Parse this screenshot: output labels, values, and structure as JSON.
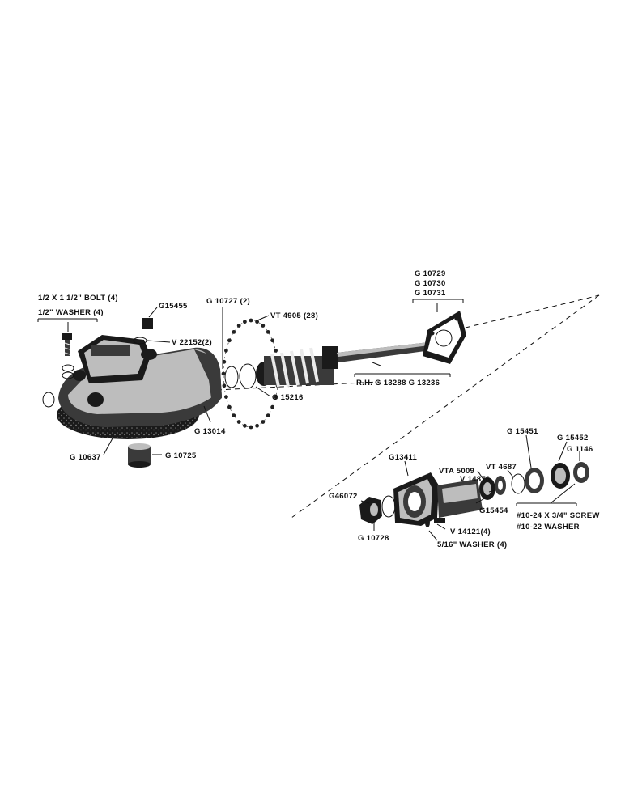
{
  "labels": {
    "bolt_fraction": "1/2 X 1 1/2\" BOLT (4)",
    "washer_fraction": "1/2\" WASHER (4)",
    "g15455": "G15455",
    "v22152": "V 22152(2)",
    "g10727": "G 10727 (2)",
    "vt4905": "VT 4905 (28)",
    "g10729": "G 10729",
    "g10730": "G 10730",
    "g10731": "G 10731",
    "g15216": "G 15216",
    "rh_shaft": "R.H. G 13288  G 13236",
    "g13014": "G 13014",
    "g10637": "G 10637",
    "g10725": "G 10725",
    "g13411": "G13411",
    "vt4687": "VT 4687",
    "g15451": "G 15451",
    "g15452": "G 15452",
    "g1146": "G 1146",
    "v14876": "V 14876",
    "vta5009": "VTA 5009",
    "g46072": "G46072",
    "g15454": "G15454",
    "screw": "#10-24 X 3/4\" SCREW",
    "washer10": "#10-22  WASHER",
    "v14121": "V 14121(4)",
    "washer516": "5/16\" WASHER (4)",
    "g10728": "G 10728"
  },
  "icons": [
    "bolt-icon",
    "washer-icon",
    "housing-icon",
    "gear-icon",
    "bearing-icon"
  ]
}
